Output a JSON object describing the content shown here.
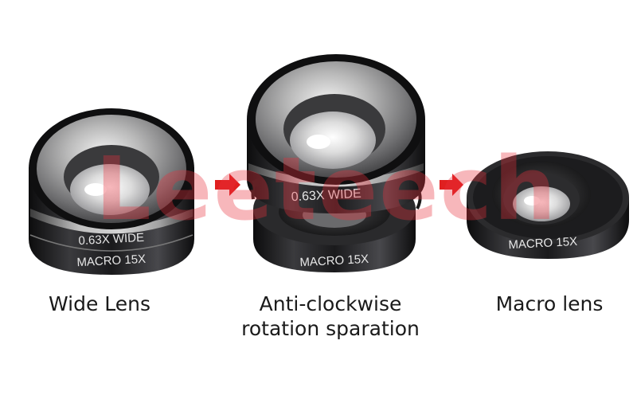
{
  "watermark": "Leeteech",
  "lenses": {
    "wide": {
      "upper_ring_text": "0.63X WIDE",
      "lower_ring_text": "MACRO 15X"
    },
    "separated": {
      "upper_ring_text": "0.63X WIDE",
      "lower_ring_text": "MACRO 15X"
    },
    "macro": {
      "ring_text": "MACRO 15X"
    }
  },
  "captions": {
    "wide": "Wide Lens",
    "separation_line1": "Anti-clockwise",
    "separation_line2": "rotation sparation",
    "macro": "Macro lens"
  },
  "colors": {
    "background": "#ffffff",
    "lens_body": "#1c1c1e",
    "arrow": "#e02020",
    "watermark": "#e8323c",
    "caption": "#1a1a1a"
  }
}
